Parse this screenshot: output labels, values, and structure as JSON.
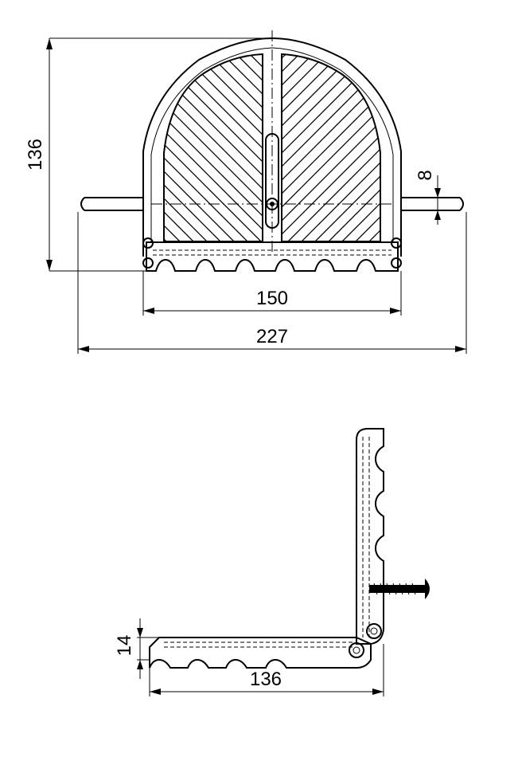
{
  "front_view": {
    "dim_height": "136",
    "dim_handle": "8",
    "dim_width_inner": "150",
    "dim_width_total": "227"
  },
  "side_view": {
    "dim_thickness": "14",
    "dim_depth": "136"
  }
}
